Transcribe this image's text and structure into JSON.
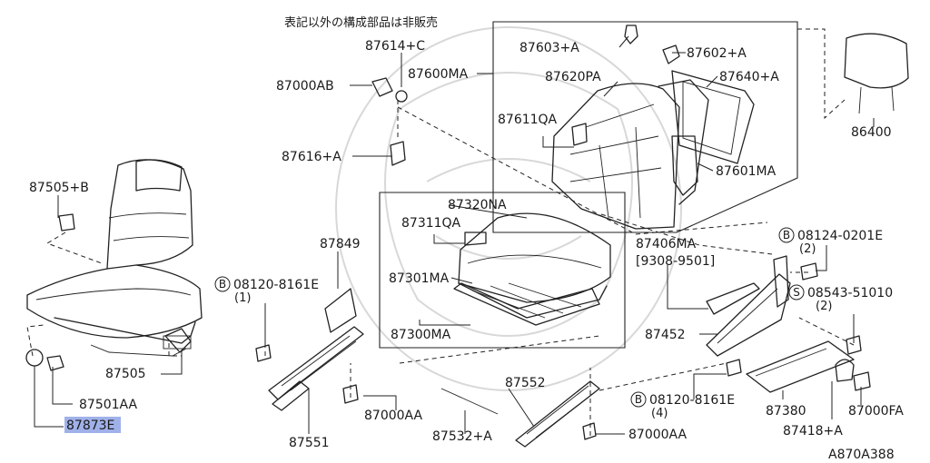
{
  "note": "表記以外の構成部品は非販売",
  "diagram_code": "A870A388",
  "highlighted_part": "87873E",
  "highlight_color": "#8fa3e6",
  "labels": {
    "p87614C": "87614+C",
    "p87000AB": "87000AB",
    "p87600MA": "87600MA",
    "p87603A": "87603+A",
    "p87602A": "87602+A",
    "p87620PA": "87620PA",
    "p87640A": "87640+A",
    "p87611QA": "87611QA",
    "p87601MA": "87601MA",
    "p86400": "86400",
    "p87616A": "87616+A",
    "p87505B": "87505+B",
    "p87320NA": "87320NA",
    "p87311QA": "87311QA",
    "p87849": "87849",
    "p87301MA": "87301MA",
    "p87300MA": "87300MA",
    "p87406MA": "87406MA",
    "p87406MA_range": "[9308-9501]",
    "b08124": "08124-0201E",
    "b08124_qty": "(2)",
    "b08120a": "08120-8161E",
    "b08120a_qty": "(1)",
    "s08543": "08543-51010",
    "s08543_qty": "(2)",
    "b08120b": "08120-8161E",
    "b08120b_qty": "(4)",
    "p87452": "87452",
    "p87505": "87505",
    "p87501AA": "87501AA",
    "p87873E": "87873E",
    "p87552": "87552",
    "p87000AA_a": "87000AA",
    "p87000AA_b": "87000AA",
    "p87380": "87380",
    "p87000FA": "87000FA",
    "p87418A": "87418+A",
    "p87551": "87551",
    "p87532A": "87532+A",
    "circle_b": "B",
    "circle_s": "S"
  }
}
